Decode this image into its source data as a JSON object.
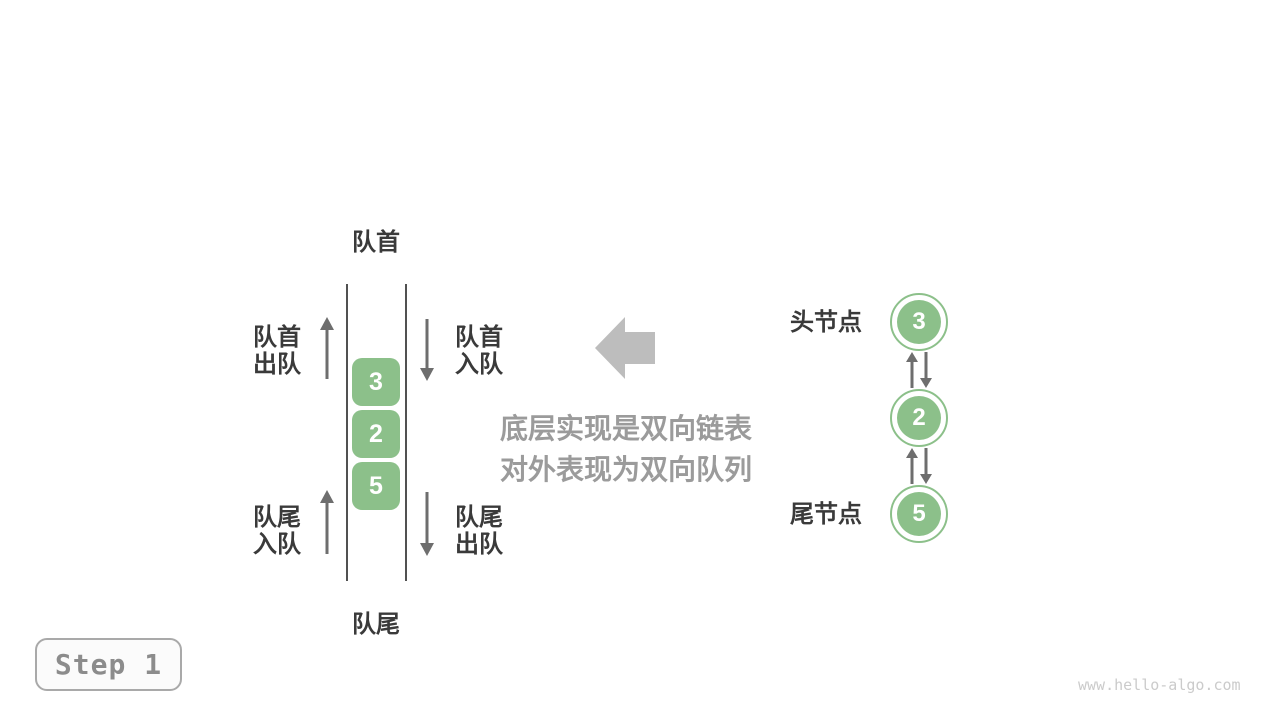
{
  "colors": {
    "green": "#8cc08a",
    "dark_text": "#3a3a3a",
    "thin_arrow_gray": "#6e6e6e",
    "big_arrow_gray": "#bdbdbd",
    "annotation_gray": "#9b9b9b",
    "badge_text_gray": "#8c8c8c",
    "watermark_gray": "#cbcbcb"
  },
  "queue": {
    "front_label": "队首",
    "rear_label": "队尾",
    "items": [
      "3",
      "2",
      "5"
    ],
    "front_dequeue_label": "队首\n出队",
    "front_enqueue_label": "队首\n入队",
    "rear_enqueue_label": "队尾\n入队",
    "rear_dequeue_label": "队尾\n出队"
  },
  "annotation": {
    "line1": "底层实现是双向链表",
    "line2": "对外表现为双向队列"
  },
  "linked_list": {
    "head_label": "头节点",
    "tail_label": "尾节点",
    "nodes": [
      "3",
      "2",
      "5"
    ]
  },
  "step_badge": {
    "label": "Step 1"
  },
  "footer": {
    "watermark": "www.hello-algo.com"
  }
}
